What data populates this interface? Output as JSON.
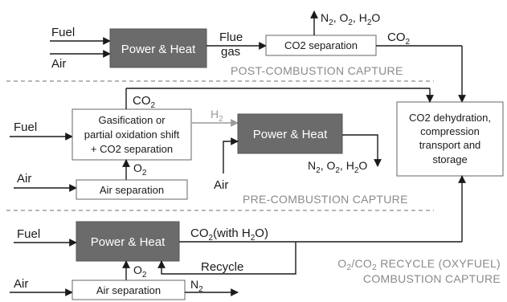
{
  "post": {
    "fuel": "Fuel",
    "air": "Air",
    "power_heat": "Power & Heat",
    "flue": "Flue",
    "gas": "gas",
    "co2_separation": "CO2 separation",
    "vent_n2": "N",
    "vent_n2_sub": "2",
    "vent_o2": ", O",
    "vent_o2_sub": "2",
    "vent_h2o": ", H",
    "vent_h2o_sub": "2",
    "vent_h2o_end": "O",
    "co2": "CO",
    "co2_sub": "2",
    "section_label": "POST-COMBUSTION CAPTURE"
  },
  "storage": {
    "line1": "CO2 dehydration,",
    "line2": "compression",
    "line3": "transport and",
    "line4": "storage"
  },
  "pre": {
    "fuel": "Fuel",
    "co2": "CO",
    "co2_sub": "2",
    "gasification_line1": "Gasification or",
    "gasification_line2": "partial oxidation shift",
    "gasification_line3": "+ CO2 separation",
    "h2": "H",
    "h2_sub": "2",
    "power_heat": "Power & Heat",
    "air_to_power": "Air",
    "exhaust_n2": "N",
    "exhaust_n2_sub": "2",
    "exhaust_o2": ", O",
    "exhaust_o2_sub": "2",
    "exhaust_h2o": ", H",
    "exhaust_h2o_sub": "2",
    "exhaust_h2o_end": "O",
    "o2": "O",
    "o2_sub": "2",
    "air": "Air",
    "air_separation": "Air separation",
    "section_label": "PRE-COMBUSTION CAPTURE"
  },
  "oxy": {
    "fuel": "Fuel",
    "power_heat": "Power & Heat",
    "co2": "CO",
    "co2_sub": "2",
    "co2_with": "(with H",
    "co2_with_sub": "2",
    "co2_with_end": "O)",
    "recycle": "Recycle",
    "o2": "O",
    "o2_sub": "2",
    "air": "Air",
    "air_separation": "Air separation",
    "n2": "N",
    "n2_sub": "2",
    "section_label_line1_a": "O",
    "section_label_line1_a_sub": "2",
    "section_label_line1_b": "/CO",
    "section_label_line1_b_sub": "2",
    "section_label_line1_c": " RECYCLE (OXYFUEL)",
    "section_label_line2": "COMBUSTION CAPTURE"
  }
}
